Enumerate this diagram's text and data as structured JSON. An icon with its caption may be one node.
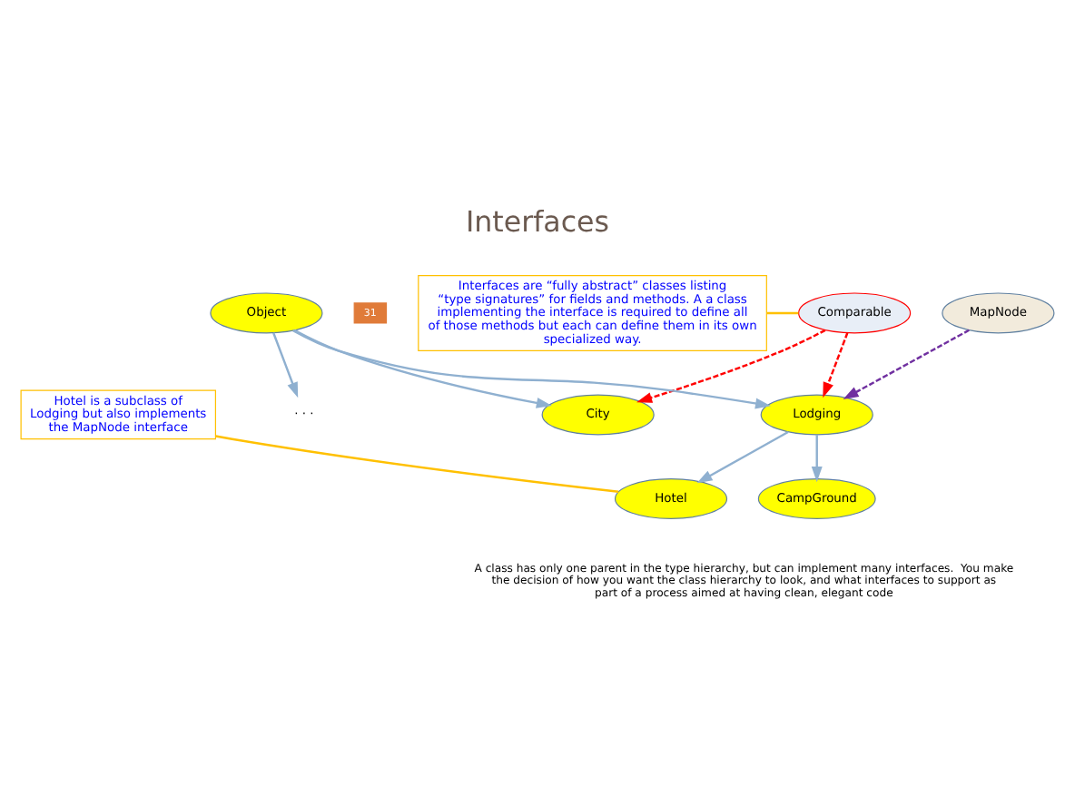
{
  "diagram": {
    "title": "Interfaces",
    "nodes": [
      {
        "text": [
          "Interfaces are “fully abstract” classes listing “type signatures” for fields and methods. A a class implementing the interface is required to define all of those methods but each can define them in its own specialized way."
        ]
      },
      {
        "text": [
          "Comparable"
        ]
      },
      {
        "text": [
          "MapNode"
        ]
      },
      {
        "text": [
          "Object"
        ]
      },
      {
        "text": [
          "Hotel is a subclass of Lodging but also implements the MapNode interface"
        ]
      },
      {
        "text": [
          "Lodging"
        ]
      },
      {
        "text": [
          "· · ·"
        ]
      },
      {
        "text": [
          "City"
        ]
      },
      {
        "text": [
          "Hotel"
        ]
      },
      {
        "text": [
          "CampGround"
        ]
      }
    ],
    "edges": [
      {
        "from": 0,
        "to": 1,
        "arrow": "none",
        "color": "#ffc000"
      },
      {
        "from": 1,
        "to": 5,
        "arrow": "to",
        "style": "dashed",
        "color": "#ff0000"
      },
      {
        "from": 1,
        "to": 7,
        "arrow": "to",
        "style": "dashed",
        "color": "#ff0000"
      },
      {
        "from": 2,
        "to": 5,
        "arrow": "to",
        "style": "dashed",
        "color": "#7030a0"
      },
      {
        "from": 3,
        "to": 5,
        "arrow": "to"
      },
      {
        "from": 3,
        "to": 6,
        "arrow": "to"
      },
      {
        "from": 3,
        "to": 7,
        "arrow": "to"
      },
      {
        "from": 4,
        "to": 8,
        "arrow": "none",
        "color": "#ffc000"
      },
      {
        "from": 5,
        "to": 8,
        "arrow": "to"
      },
      {
        "from": 5,
        "to": 9,
        "arrow": "to"
      }
    ],
    "labels": [
      "31",
      "A class has only one parent in the type hierarchy, but can implement many interfaces.  You make the decision of how you want the class hierarchy to look, and what interfaces to support as part of a process aimed at having clean, elegant code"
    ]
  }
}
